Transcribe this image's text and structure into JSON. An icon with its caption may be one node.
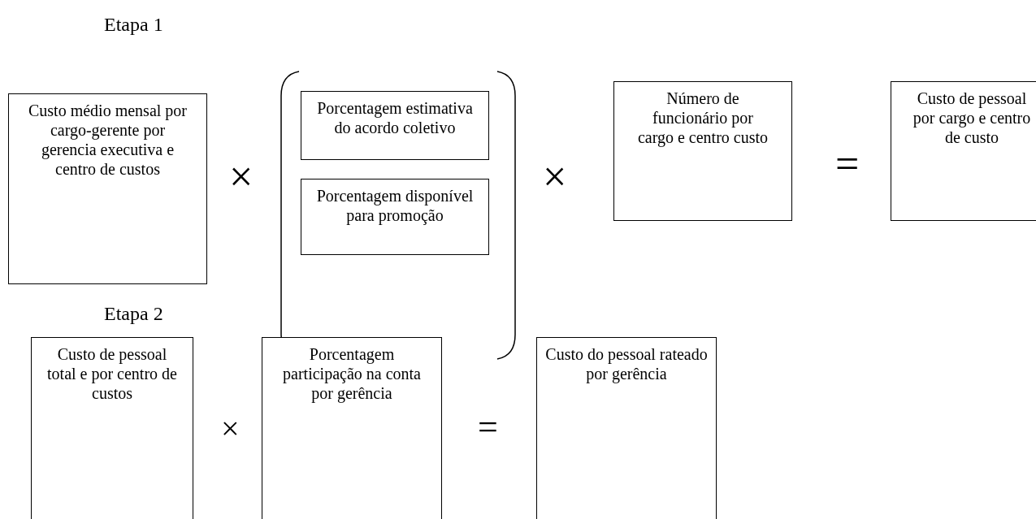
{
  "diagram": {
    "nodes": [
      {
        "text": [
          "Custo médio mensal por cargo-gerente por gerencia executiva e centro de custos"
        ]
      },
      {
        "text": [
          "Porcentagem estimativa do acordo coletivo"
        ]
      },
      {
        "text": [
          "Porcentagem disponível para promoção"
        ]
      },
      {
        "text": [
          "Número de funcionário por cargo e centro custo"
        ]
      },
      {
        "text": [
          "Custo de pessoal por cargo e centro de custo"
        ]
      },
      {
        "text": [
          "Custo de pessoal total e por centro de custos"
        ]
      },
      {
        "text": [
          "Porcentagem participação na conta por gerência"
        ]
      },
      {
        "text": [
          "Custo do pessoal rateado por gerência"
        ]
      }
    ],
    "edges": [],
    "labels": [
      "Etapa 1",
      "×",
      "×",
      "=",
      "Etapa 2",
      "×",
      "="
    ]
  }
}
